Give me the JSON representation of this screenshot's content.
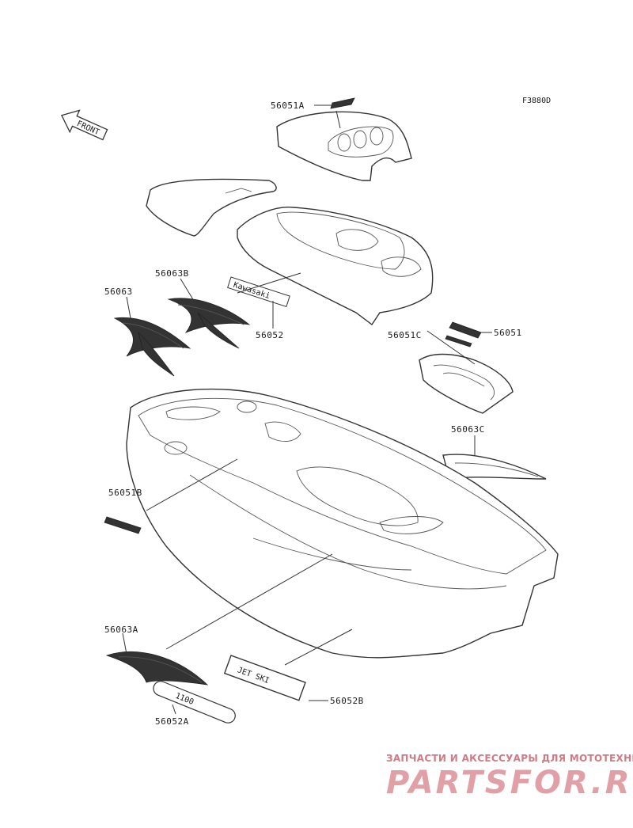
{
  "diagram": {
    "figure_code": "F3880D",
    "front_label": "FRONT",
    "parts": [
      {
        "id": "56051A"
      },
      {
        "id": "56063B"
      },
      {
        "id": "56063"
      },
      {
        "id": "56052"
      },
      {
        "id": "56051C"
      },
      {
        "id": "56051"
      },
      {
        "id": "56063C"
      },
      {
        "id": "56051B"
      },
      {
        "id": "56063A"
      },
      {
        "id": "56052A"
      },
      {
        "id": "56052B"
      }
    ],
    "decal_text": {
      "kawasaki": "Kawasaki",
      "jetski": "JET SKI",
      "logo_small": "1100"
    }
  },
  "watermark": {
    "tagline": "ЗАПЧАСТИ И АКСЕССУАРЫ ДЛЯ МОТОТЕХНИКИ",
    "brand": "PARTSFOR.RU"
  }
}
